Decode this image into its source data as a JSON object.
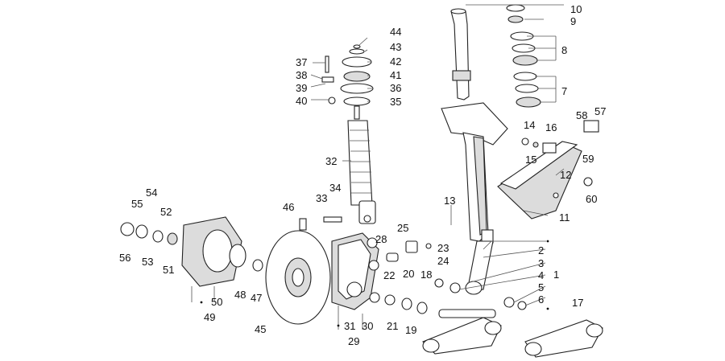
{
  "labels": {
    "l1": "1",
    "l2": "2",
    "l3": "3",
    "l4": "4",
    "l5": "5",
    "l6": "6",
    "l7": "7",
    "l8": "8",
    "l9": "9",
    "l10": "10",
    "l11": "11",
    "l12": "12",
    "l13": "13",
    "l14": "14",
    "l15": "15",
    "l16": "16",
    "l17": "17",
    "l18": "18",
    "l19": "19",
    "l20": "20",
    "l21": "21",
    "l22": "22",
    "l23": "23",
    "l24": "24",
    "l25": "25",
    "l28": "28",
    "l29": "29",
    "l30": "30",
    "l31": "31",
    "l32": "32",
    "l33": "33",
    "l34": "34",
    "l35": "35",
    "l36": "36",
    "l37": "37",
    "l38": "38",
    "l39": "39",
    "l40": "40",
    "l41": "41",
    "l42": "42",
    "l43": "43",
    "l44": "44",
    "l45": "45",
    "l46": "46",
    "l47": "47",
    "l48": "48",
    "l49": "49",
    "l50": "50",
    "l51": "51",
    "l52": "52",
    "l53": "53",
    "l54": "54",
    "l55": "55",
    "l56": "56",
    "l57": "57",
    "l58": "58",
    "l59": "59",
    "l60": "60"
  }
}
